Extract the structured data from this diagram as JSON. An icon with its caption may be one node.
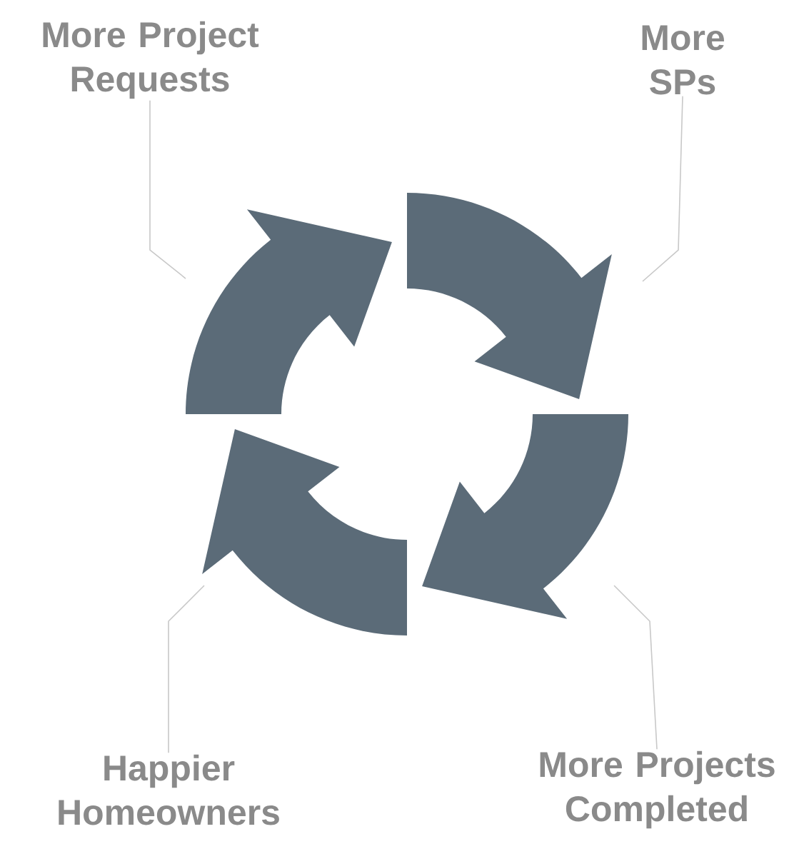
{
  "diagram": {
    "nodes": [
      {
        "text": [
          "More Project Requests"
        ]
      },
      {
        "text": [
          "More SPs"
        ]
      },
      {
        "text": [
          "Happier Homeowners"
        ]
      },
      {
        "text": [
          "More Projects Completed"
        ]
      }
    ],
    "edges": [
      {
        "from": 0,
        "to": null,
        "arrow": "none"
      },
      {
        "from": 1,
        "to": null,
        "arrow": "none"
      },
      {
        "from": 2,
        "to": null,
        "arrow": "none"
      },
      {
        "from": 3,
        "to": null,
        "arrow": "none"
      }
    ]
  }
}
